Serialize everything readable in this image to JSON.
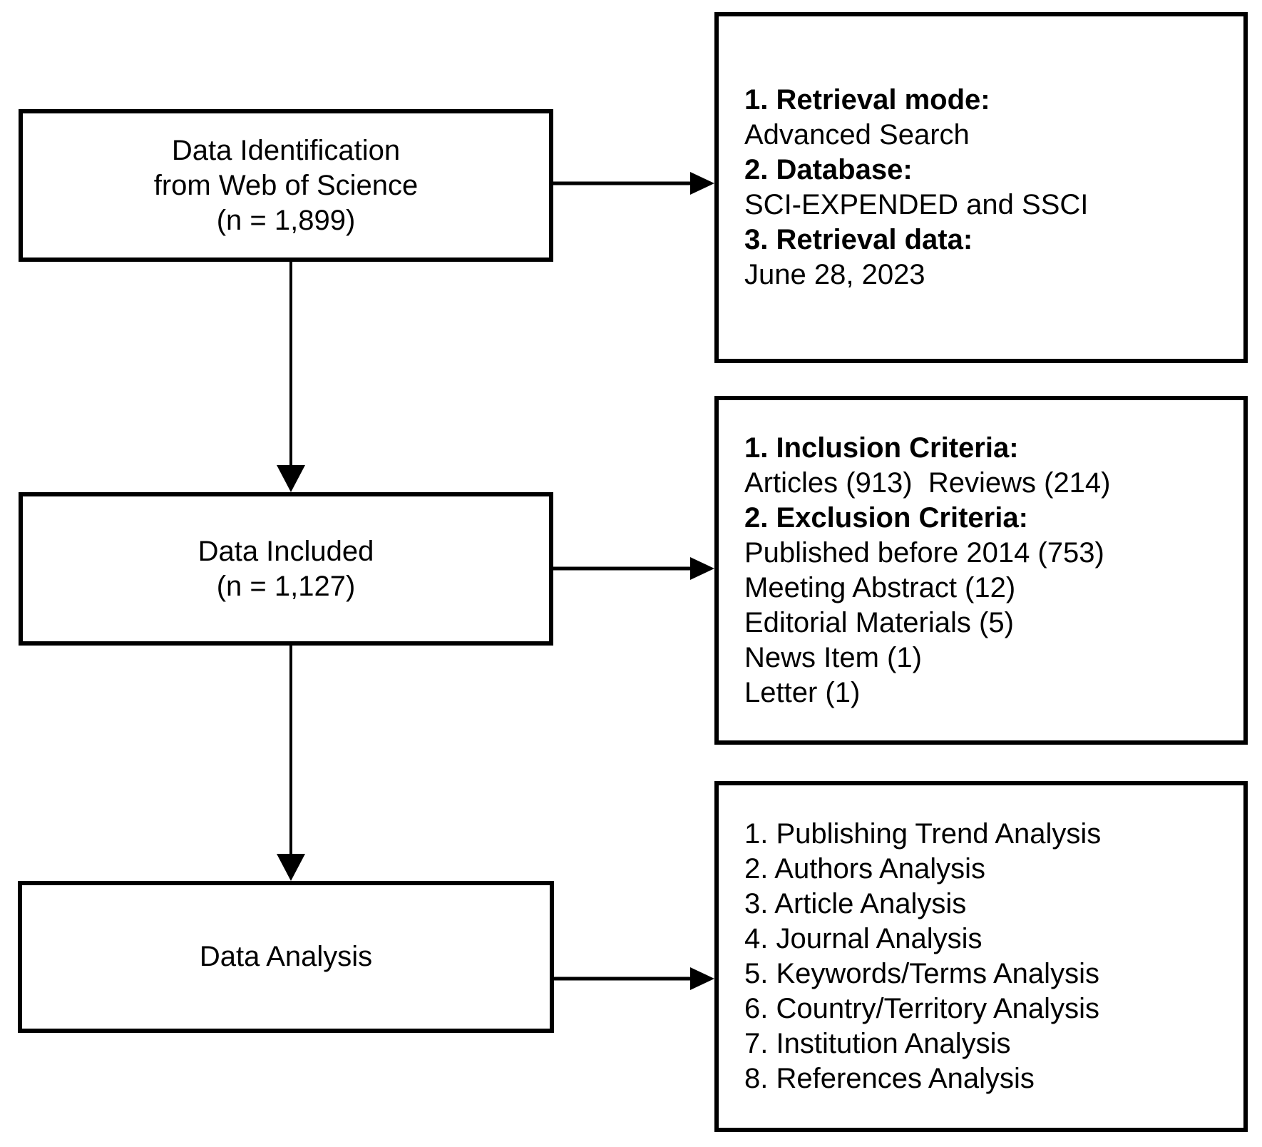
{
  "flow": {
    "left_boxes": [
      {
        "id": "data-identification",
        "lines": [
          "Data Identification",
          "from Web of Science",
          "(n = 1,899)"
        ]
      },
      {
        "id": "data-included",
        "lines": [
          "Data Included",
          "(n = 1,127)"
        ]
      },
      {
        "id": "data-analysis",
        "lines": [
          "Data Analysis"
        ]
      }
    ],
    "right_boxes": [
      {
        "id": "retrieval-details",
        "lines": [
          {
            "text": "1. Retrieval mode:",
            "bold": true
          },
          {
            "text": "Advanced Search",
            "bold": false
          },
          {
            "text": "2. Database:",
            "bold": true
          },
          {
            "text": "SCI-EXPENDED and SSCI",
            "bold": false
          },
          {
            "text": "3. Retrieval data:",
            "bold": true
          },
          {
            "text": "June 28, 2023",
            "bold": false
          }
        ]
      },
      {
        "id": "inclusion-exclusion-criteria",
        "lines": [
          {
            "text": "1. Inclusion Criteria:",
            "bold": true
          },
          {
            "text": "Articles (913)  Reviews (214)",
            "bold": false
          },
          {
            "text": "2. Exclusion Criteria:",
            "bold": true
          },
          {
            "text": "Published before 2014 (753)",
            "bold": false
          },
          {
            "text": "Meeting Abstract (12)",
            "bold": false
          },
          {
            "text": "Editorial Materials (5)",
            "bold": false
          },
          {
            "text": "News Item (1)",
            "bold": false
          },
          {
            "text": "Letter (1)",
            "bold": false
          }
        ]
      },
      {
        "id": "analysis-steps",
        "lines": [
          {
            "text": "1. Publishing Trend Analysis",
            "bold": false
          },
          {
            "text": "2. Authors Analysis",
            "bold": false
          },
          {
            "text": "3. Article Analysis",
            "bold": false
          },
          {
            "text": "4. Journal Analysis",
            "bold": false
          },
          {
            "text": "5. Keywords/Terms Analysis",
            "bold": false
          },
          {
            "text": "6. Country/Territory Analysis",
            "bold": false
          },
          {
            "text": "7. Institution Analysis",
            "bold": false
          },
          {
            "text": "8. References Analysis",
            "bold": false
          }
        ]
      }
    ],
    "colors": {
      "line": "#000000",
      "background": "#ffffff",
      "text": "#000000"
    }
  }
}
